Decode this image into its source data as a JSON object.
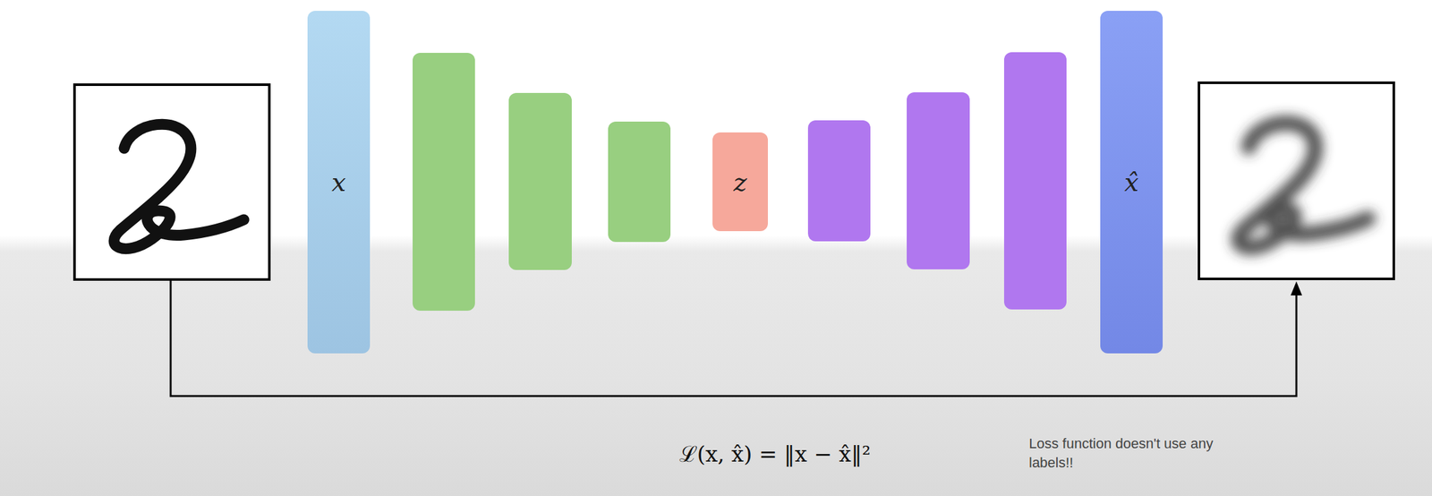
{
  "diagram": {
    "nodes": [
      {
        "text": [
          "x"
        ]
      },
      {
        "text": [
          "z"
        ]
      },
      {
        "text": [
          "x̂"
        ]
      }
    ],
    "labels": [
      "ℒ(x, x̂) = ‖x − x̂‖²",
      "Loss function doesn't use any labels!!"
    ]
  }
}
